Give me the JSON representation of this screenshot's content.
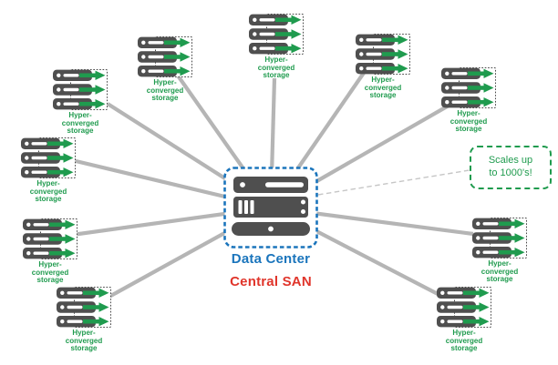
{
  "diagram": {
    "center": {
      "primary_label": "Data Center",
      "secondary_label": "Central SAN",
      "icon": "central-san-server-stack-icon"
    },
    "callout": {
      "line1": "Scales up",
      "line2": "to 1000's!"
    },
    "node_label_lines": [
      "Hyper-",
      "converged",
      "storage"
    ],
    "nodes": [
      {
        "id": "top-center",
        "label": "Hyper-converged storage"
      },
      {
        "id": "top-left",
        "label": "Hyper-converged storage"
      },
      {
        "id": "left-upper",
        "label": "Hyper-converged storage"
      },
      {
        "id": "left-middle",
        "label": "Hyper-converged storage"
      },
      {
        "id": "left-lower",
        "label": "Hyper-converged storage"
      },
      {
        "id": "bottom-left",
        "label": "Hyper-converged storage"
      },
      {
        "id": "top-right",
        "label": "Hyper-converged storage"
      },
      {
        "id": "right-upper",
        "label": "Hyper-converged storage"
      },
      {
        "id": "right-lower",
        "label": "Hyper-converged storage"
      },
      {
        "id": "bottom-right",
        "label": "Hyper-converged storage"
      }
    ],
    "icons": {
      "storage_node": "hyperconverged-storage-icon",
      "arrow": "green-right-arrow-icon"
    }
  },
  "colors": {
    "green": "#1f9b4e",
    "blue": "#1b75bc",
    "red": "#e0352b",
    "server_gray": "#4f4f4f",
    "wire_gray": "#b5b5b5",
    "node_border_gray": "#4a4a4a"
  }
}
